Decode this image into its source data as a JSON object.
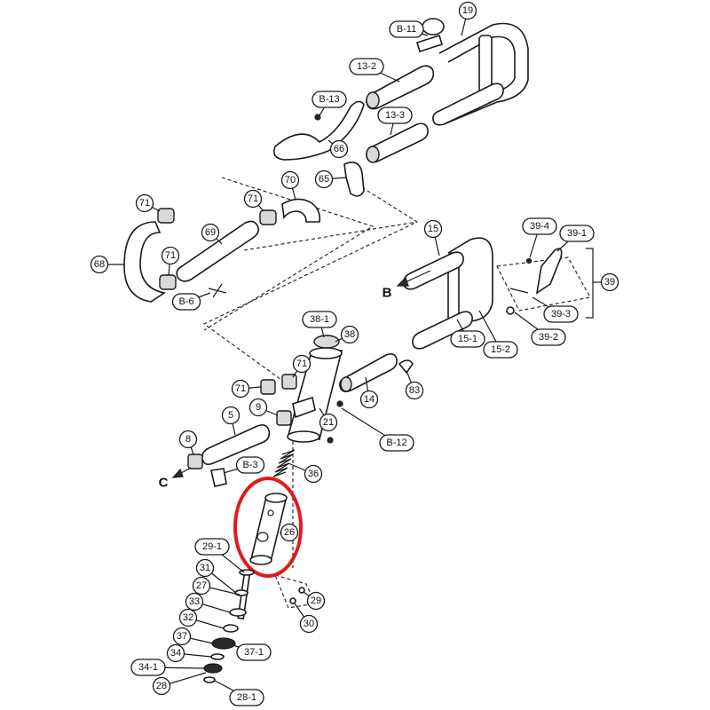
{
  "highlight_color": "#e01b1b",
  "direction_labels": {
    "b": "B",
    "c": "C"
  },
  "callouts": {
    "b11": "B-11",
    "n19": "19",
    "n13_2": "13-2",
    "b13": "B-13",
    "n13_3": "13-3",
    "n66": "66",
    "n65": "65",
    "n71a": "71",
    "n71b": "71",
    "n70": "70",
    "n69": "69",
    "n68": "68",
    "n71c": "71",
    "b6": "B-6",
    "n15": "15",
    "n39_4": "39-4",
    "n39_1": "39-1",
    "n39": "39",
    "n39_3": "39-3",
    "n39_2": "39-2",
    "n15_1": "15-1",
    "n15_2": "15-2",
    "n38_1": "38-1",
    "n38": "38",
    "n71d": "71",
    "n71e": "71",
    "n14": "14",
    "n83": "83",
    "n9": "9",
    "n21": "21",
    "n5": "5",
    "n8": "8",
    "b12": "B-12",
    "b3": "B-3",
    "n36": "36",
    "n26": "26",
    "n29_1": "29-1",
    "n31": "31",
    "n27": "27",
    "n29": "29",
    "n33": "33",
    "n30": "30",
    "n32": "32",
    "n37": "37",
    "n37_1": "37-1",
    "n34": "34",
    "n34_1": "34-1",
    "n28": "28",
    "n28_1": "28-1"
  }
}
